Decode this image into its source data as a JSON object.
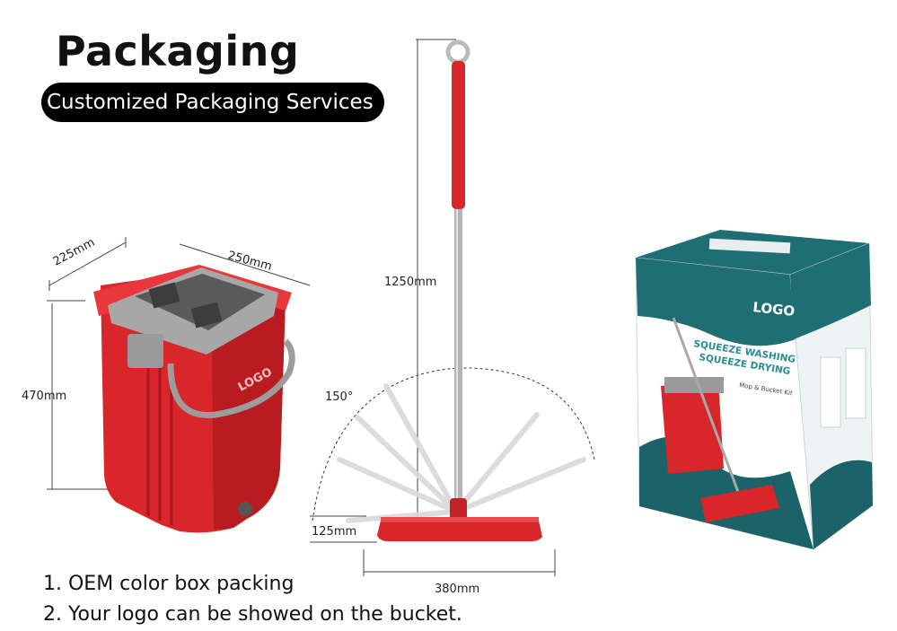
{
  "header": {
    "title": "Packaging",
    "subtitle": "Customized Packaging Services"
  },
  "dimensions": {
    "bucket_depth": "225mm",
    "bucket_width": "250mm",
    "bucket_height": "470mm",
    "mop_height": "1250mm",
    "mop_angle": "150°",
    "head_height": "125mm",
    "head_width": "380mm"
  },
  "product_labels": {
    "bucket_logo": "LOGO",
    "box_logo": "LOGO",
    "box_line1": "SQUEEZE WASHING",
    "box_line2": "SQUEEZE DRYING",
    "box_line3": "Mop & Bucket Kit"
  },
  "notes": [
    "1. OEM color box packing",
    "2. Your logo can be showed on the bucket."
  ],
  "colors": {
    "product_red": "#d8262b",
    "handle_grey": "#8e8e8e",
    "box_teal": "#1f6e73",
    "caption_black": "#000000"
  }
}
